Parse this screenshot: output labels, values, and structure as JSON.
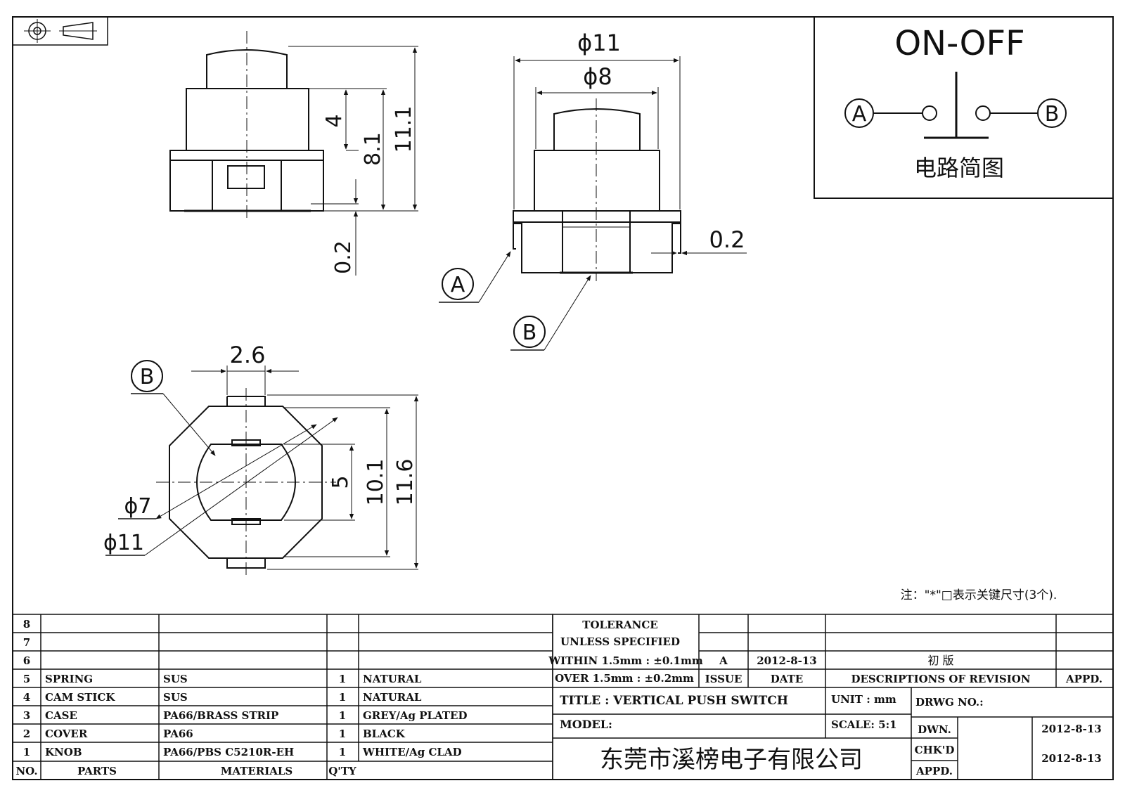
{
  "diagram": {
    "side_view": {
      "dim_4": "4",
      "dim_8_1": "8.1",
      "dim_11_1": "11.1",
      "dim_0_2": "0.2"
    },
    "front_view": {
      "dim_phi11": "ϕ11",
      "dim_phi8": "ϕ8",
      "dim_0_2": "0.2",
      "label_a": "A",
      "label_b": "B"
    },
    "top_view": {
      "dim_2_6": "2.6",
      "dim_5": "5",
      "dim_10_1": "10.1",
      "dim_11_6": "11.6",
      "dim_phi7": "ϕ7",
      "dim_phi11": "ϕ11",
      "label_b": "B"
    },
    "schematic": {
      "title": "ON-OFF",
      "label_a": "A",
      "label_b": "B",
      "caption": "电路简图"
    },
    "note": "注：\"*\"□表示关键尺寸(3个)."
  },
  "parts_table": {
    "header": {
      "no": "NO.",
      "parts": "PARTS",
      "materials": "MATERIALS",
      "qty": "Q'TY"
    },
    "rows": [
      {
        "no": "8",
        "part": "",
        "material": "",
        "qty": "",
        "finish": ""
      },
      {
        "no": "7",
        "part": "",
        "material": "",
        "qty": "",
        "finish": ""
      },
      {
        "no": "6",
        "part": "",
        "material": "",
        "qty": "",
        "finish": ""
      },
      {
        "no": "5",
        "part": "SPRING",
        "material": "SUS",
        "qty": "1",
        "finish": "NATURAL"
      },
      {
        "no": "4",
        "part": "CAM STICK",
        "material": "SUS",
        "qty": "1",
        "finish": "NATURAL"
      },
      {
        "no": "3",
        "part": "CASE",
        "material": "PA66/BRASS STRIP",
        "qty": "1",
        "finish": "GREY/Ag PLATED"
      },
      {
        "no": "2",
        "part": "COVER",
        "material": "PA66",
        "qty": "1",
        "finish": "BLACK"
      },
      {
        "no": "1",
        "part": "KNOB",
        "material": "PA66/PBS C5210R-EH",
        "qty": "1",
        "finish": "WHITE/Ag CLAD"
      }
    ]
  },
  "title_block": {
    "tolerance_line1": "TOLERANCE",
    "tolerance_line2": "UNLESS  SPECIFIED",
    "within": "WITHIN 1.5mm : ±0.1mm",
    "over": "OVER 1.5mm : ±0.2mm",
    "rev_issue": "A",
    "rev_date": "2012-8-13",
    "rev_desc": "初  版",
    "col_issue": "ISSUE",
    "col_date": "DATE",
    "col_desc": "DESCRIPTIONS OF REVISION",
    "col_appd": "APPD.",
    "title": "TITLE :  VERTICAL PUSH SWITCH",
    "unit": "UNIT :  mm",
    "drwg_no": "DRWG NO.:",
    "model": "MODEL:",
    "scale": "SCALE:  5:1",
    "dwn": "DWN.",
    "dwn_date": "2012-8-13",
    "chkd": "CHK'D",
    "chkd_date": "2012-8-13",
    "appd": "APPD.",
    "company": "东莞市溪榜电子有限公司"
  }
}
